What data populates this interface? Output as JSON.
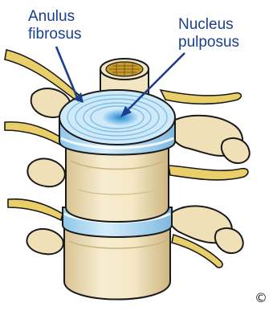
{
  "labels": {
    "anulus_line1": "Anulus",
    "anulus_line2": "fibrosus",
    "nucleus_line1": "Nucleus",
    "nucleus_line2": "pulposus"
  },
  "copyright": "©",
  "colors": {
    "label_text": "#1a3f8f",
    "arrow": "#1a3f8f",
    "bone": "#f4e8c6",
    "bone_shadow": "#d9c595",
    "disc": "#b9dff5",
    "disc_edge": "#5fa9d8",
    "nerve": "#e8cf6a",
    "outline": "#1a1a1a"
  }
}
